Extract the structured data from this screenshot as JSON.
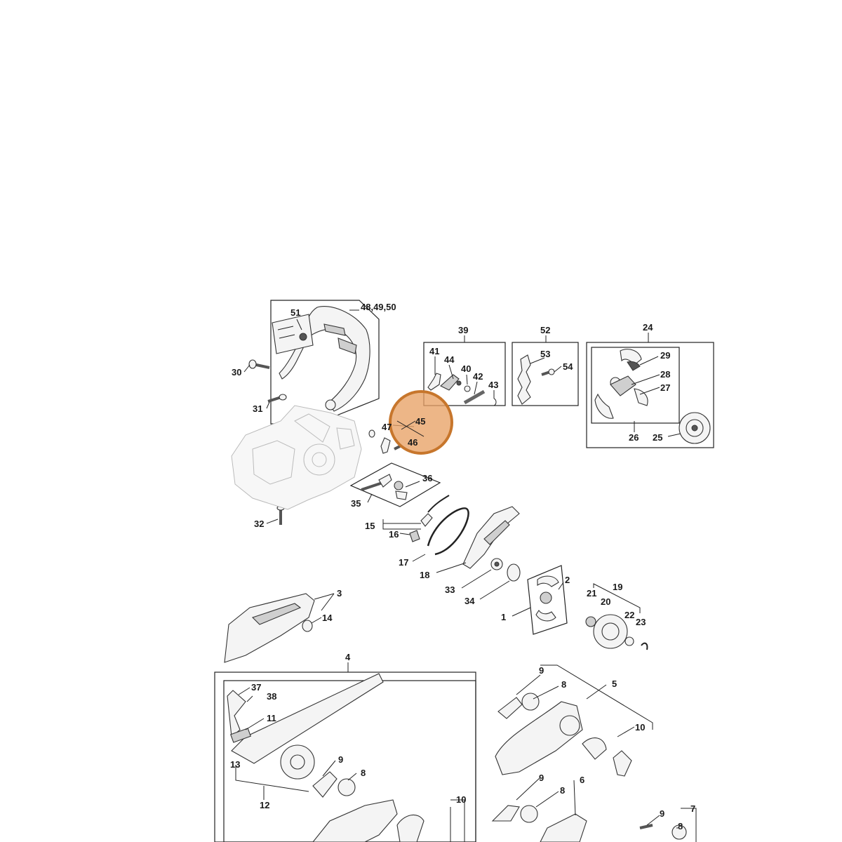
{
  "labels": {
    "l1": "1",
    "l2": "2",
    "l3": "3",
    "l4": "4",
    "l5": "5",
    "l6": "6",
    "l7": "7",
    "l8a": "8",
    "l8b": "8",
    "l8c": "8",
    "l8d": "8",
    "l9a": "9",
    "l9b": "9",
    "l9c": "9",
    "l9d": "9",
    "l10a": "10",
    "l10b": "10",
    "l11": "11",
    "l12": "12",
    "l13": "13",
    "l14": "14",
    "l15": "15",
    "l16": "16",
    "l17": "17",
    "l18": "18",
    "l19": "19",
    "l20": "20",
    "l21": "21",
    "l22": "22",
    "l23": "23",
    "l24": "24",
    "l25": "25",
    "l26": "26",
    "l27": "27",
    "l28": "28",
    "l29": "29",
    "l30": "30",
    "l31": "31",
    "l32": "32",
    "l33": "33",
    "l34": "34",
    "l35": "35",
    "l36": "36",
    "l37": "37",
    "l38": "38",
    "l39": "39",
    "l40": "40",
    "l41": "41",
    "l42": "42",
    "l43": "43",
    "l44": "44",
    "l45": "45",
    "l46": "46",
    "l47": "47",
    "l48": "48,49,50",
    "l51": "51",
    "l52": "52",
    "l53": "53",
    "l54": "54"
  },
  "highlight": {
    "part_numbers": [
      "45",
      "46"
    ],
    "color": "#e8a265",
    "border_color": "#c7762c"
  },
  "colors": {
    "line": "#222222",
    "part_fill": "#f4f4f4",
    "background": "#ffffff"
  }
}
